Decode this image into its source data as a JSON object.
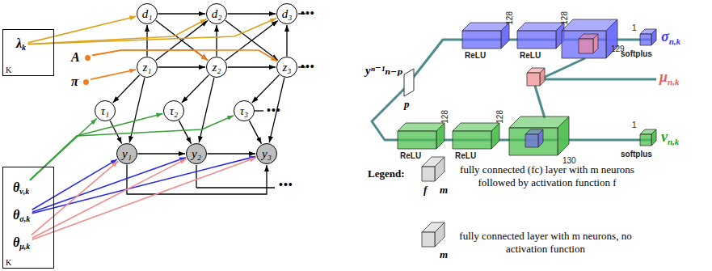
{
  "diagram": {
    "nodes": [
      {
        "text": [
          "K"
        ]
      },
      {
        "text": [
          "λk"
        ],
        "in": 0
      },
      {
        "text": [
          "d₁"
        ]
      },
      {
        "text": [
          "d₂"
        ]
      },
      {
        "text": [
          "d₃"
        ]
      },
      {
        "text": [
          "A"
        ]
      },
      {
        "text": [
          "π"
        ]
      },
      {
        "text": [
          "z₁"
        ]
      },
      {
        "text": [
          "z₂"
        ]
      },
      {
        "text": [
          "z₃"
        ]
      },
      {
        "text": [
          "τ₁"
        ]
      },
      {
        "text": [
          "τ₂"
        ]
      },
      {
        "text": [
          "τ₃"
        ]
      },
      {
        "text": [
          "y₁"
        ]
      },
      {
        "text": [
          "y₂"
        ]
      },
      {
        "text": [
          "y₃"
        ]
      },
      {
        "text": [
          "K"
        ]
      },
      {
        "text": [
          "θν,k"
        ],
        "in": 16
      },
      {
        "text": [
          "θσ,k"
        ],
        "in": 16
      },
      {
        "text": [
          "θμ,k"
        ],
        "in": 16
      }
    ],
    "edges": [
      {
        "from": 2,
        "to": 3,
        "arrow": "to"
      },
      {
        "from": 3,
        "to": 4,
        "arrow": "to"
      },
      {
        "from": 7,
        "to": 8,
        "arrow": "to"
      },
      {
        "from": 8,
        "to": 9,
        "arrow": "to"
      },
      {
        "from": 2,
        "to": 8,
        "arrow": "to"
      },
      {
        "from": 7,
        "to": 3,
        "arrow": "to"
      },
      {
        "from": 3,
        "to": 9,
        "arrow": "to"
      },
      {
        "from": 8,
        "to": 4,
        "arrow": "to"
      },
      {
        "from": 7,
        "to": 2,
        "arrow": "to"
      },
      {
        "from": 8,
        "to": 3,
        "arrow": "to"
      },
      {
        "from": 9,
        "to": 4,
        "arrow": "to"
      },
      {
        "from": 7,
        "to": 10,
        "arrow": "to"
      },
      {
        "from": 8,
        "to": 11,
        "arrow": "to"
      },
      {
        "from": 9,
        "to": 12,
        "arrow": "to"
      },
      {
        "from": 7,
        "to": 13,
        "arrow": "to"
      },
      {
        "from": 8,
        "to": 14,
        "arrow": "to"
      },
      {
        "from": 9,
        "to": 15,
        "arrow": "to"
      },
      {
        "from": 10,
        "to": 13,
        "arrow": "to"
      },
      {
        "from": 11,
        "to": 14,
        "arrow": "to"
      },
      {
        "from": 12,
        "to": 15,
        "arrow": "to"
      },
      {
        "from": 13,
        "to": 14,
        "arrow": "to"
      },
      {
        "from": 14,
        "to": 15,
        "arrow": "to"
      },
      {
        "from": 13,
        "to": 15,
        "arrow": "to"
      },
      {
        "from": 1,
        "to": 2,
        "arrow": "to"
      },
      {
        "from": 1,
        "to": 3,
        "arrow": "to"
      },
      {
        "from": 1,
        "to": 4,
        "arrow": "to"
      },
      {
        "from": 5,
        "to": 8,
        "arrow": "to"
      },
      {
        "from": 5,
        "to": 9,
        "arrow": "to"
      },
      {
        "from": 6,
        "to": 7,
        "arrow": "to"
      },
      {
        "from": 17,
        "to": 10,
        "arrow": "to"
      },
      {
        "from": 17,
        "to": 11,
        "arrow": "to"
      },
      {
        "from": 17,
        "to": 12,
        "arrow": "to"
      },
      {
        "from": 18,
        "to": 13,
        "arrow": "to"
      },
      {
        "from": 18,
        "to": 14,
        "arrow": "to"
      },
      {
        "from": 18,
        "to": 15,
        "arrow": "to"
      },
      {
        "from": 19,
        "to": 13,
        "arrow": "to"
      },
      {
        "from": 19,
        "to": 14,
        "arrow": "to"
      },
      {
        "from": 19,
        "to": 15,
        "arrow": "to"
      }
    ],
    "labels": [
      "•••",
      "•••",
      "•••",
      "•••",
      "yⁿ⁻¹ₙ₋ₚ",
      "p",
      "ReLU",
      "128",
      "ReLU",
      "128",
      "129",
      "1",
      "softplus",
      "σn,k",
      "μn,k",
      "ReLU",
      "128",
      "ReLU",
      "128",
      "130",
      "softplus",
      "1",
      "νn,k",
      "Legend:",
      "f",
      "m",
      "m"
    ],
    "legend": [
      {
        "text": "fully connected (fc) layer with m neurons followed by activation function f"
      },
      {
        "text": "fully connected layer with m neurons, no activation function"
      }
    ]
  }
}
